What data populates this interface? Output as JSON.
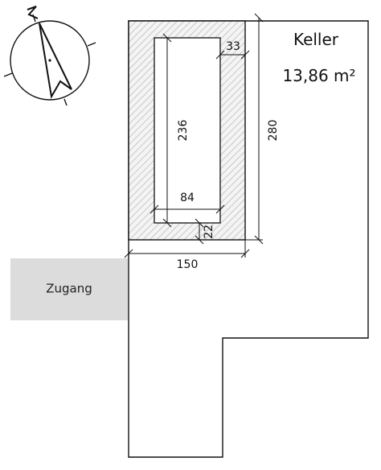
{
  "room": {
    "name": "Keller",
    "area": "13,86 m²"
  },
  "access": {
    "label": "Zugang"
  },
  "dimensions": {
    "inner_width": "84",
    "inner_length": "236",
    "side_offset": "33",
    "bottom_offset": "22",
    "outer_width": "150",
    "outer_length": "280"
  },
  "colors": {
    "line": "#111111",
    "hatch": "#c8c8c8",
    "access_fill": "#dcdcdc"
  },
  "icons": {
    "north_arrow": "north-arrow-icon"
  }
}
